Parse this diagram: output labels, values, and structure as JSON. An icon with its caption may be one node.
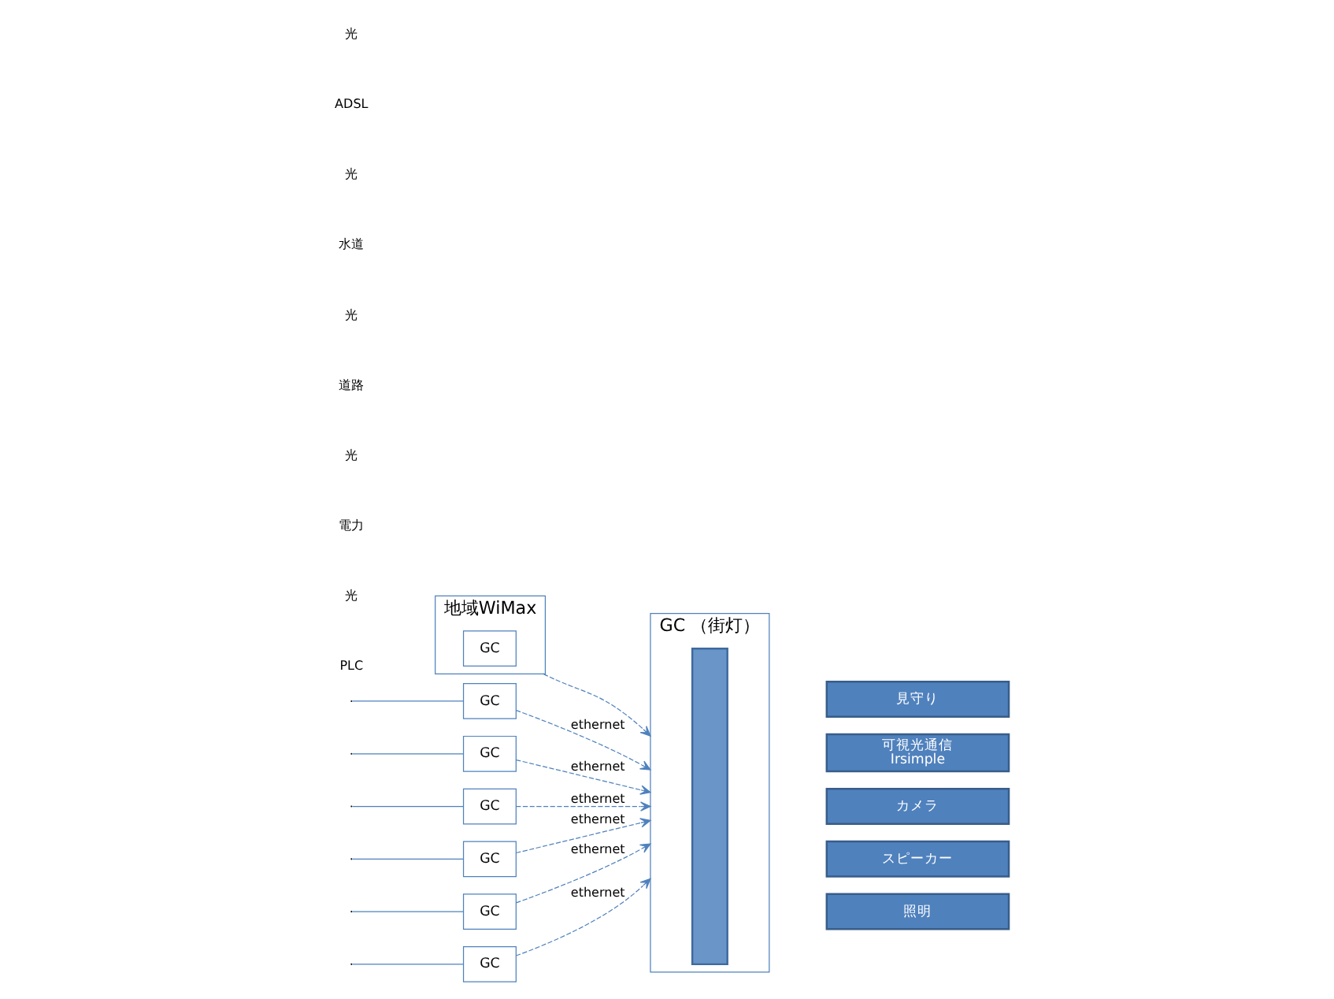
{
  "diagram": {
    "nodes": [
      {
        "text": [
          "地域WiMax"
        ]
      },
      {
        "text": [
          "GC"
        ],
        "in": 0
      },
      {
        "text": [
          "GC （街灯）"
        ]
      },
      {
        "text": [],
        "shape": "bar",
        "in": 2
      },
      {
        "text": [
          "見守り"
        ]
      },
      {
        "text": [
          "可視光通信",
          "Irsimple"
        ]
      },
      {
        "text": [
          "カメラ"
        ]
      },
      {
        "text": [
          "スピーカー"
        ]
      },
      {
        "text": [
          "照明"
        ]
      },
      {
        "text": [
          "GC"
        ]
      },
      {
        "text": [
          "GC"
        ]
      },
      {
        "text": [
          "GC"
        ]
      },
      {
        "text": [
          "GC"
        ]
      },
      {
        "text": [
          "GC"
        ]
      },
      {
        "text": [
          "GC"
        ]
      }
    ],
    "edges": [
      {
        "from": 0,
        "to": 2,
        "arrow": "to",
        "style": "dashed"
      },
      {
        "from": null,
        "to": 9,
        "arrow": "none"
      },
      {
        "from": 9,
        "to": 2,
        "arrow": "to",
        "style": "dashed",
        "label": "ethernet"
      },
      {
        "from": null,
        "to": 10,
        "arrow": "none"
      },
      {
        "from": 10,
        "to": 2,
        "arrow": "to",
        "style": "dashed",
        "label": "ethernet"
      },
      {
        "from": null,
        "to": 11,
        "arrow": "none"
      },
      {
        "from": 11,
        "to": 2,
        "arrow": "to",
        "style": "dashed",
        "label": "ethernet"
      },
      {
        "from": null,
        "to": 12,
        "arrow": "none"
      },
      {
        "from": 12,
        "to": 2,
        "arrow": "to",
        "style": "dashed",
        "label": "ethernet"
      },
      {
        "from": null,
        "to": 13,
        "arrow": "none"
      },
      {
        "from": 13,
        "to": 2,
        "arrow": "to",
        "style": "dashed",
        "label": "ethernet"
      },
      {
        "from": null,
        "to": 14,
        "arrow": "none"
      },
      {
        "from": 14,
        "to": 2,
        "arrow": "to",
        "style": "dashed",
        "label": "ethernet"
      }
    ],
    "labels": [
      "光",
      "ADSL",
      "光",
      "水道",
      "光",
      "道路",
      "光",
      "電力",
      "光",
      "PLC"
    ]
  }
}
